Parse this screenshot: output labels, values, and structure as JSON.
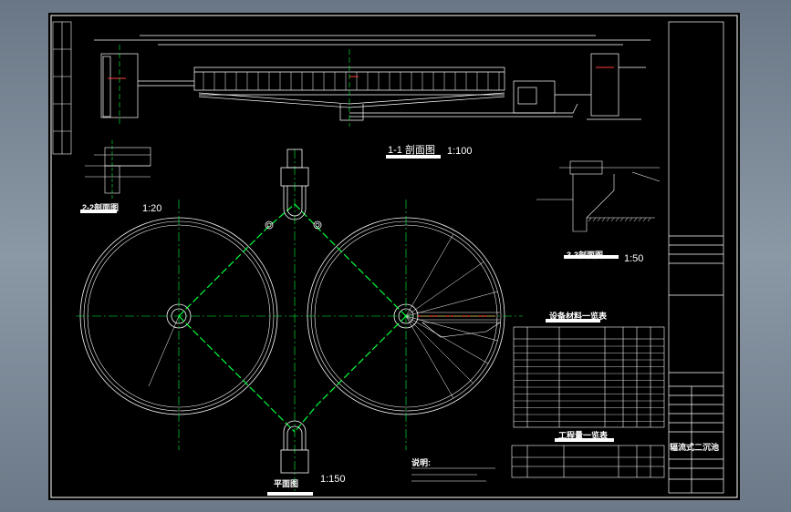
{
  "views": {
    "section_1_1": {
      "title": "1-1 剖面图",
      "scale": "1:100"
    },
    "section_2_2": {
      "title": "2-2剖面图",
      "scale": "1:20"
    },
    "section_3_3": {
      "title": "3-3剖面图",
      "scale": "1:50"
    },
    "plan": {
      "title": "平面图",
      "scale": "1:150"
    }
  },
  "tables": {
    "equipment_title": "设备材料一览表",
    "works_title": "工程量一览表"
  },
  "notes_title": "说明:",
  "title_block": {
    "drawing_name": "辐流式二沉池"
  },
  "colors": {
    "line": "#ffffff",
    "centerline": "#00ff3c",
    "accent": "#ff3b3b",
    "dim": "#00c8c8"
  }
}
